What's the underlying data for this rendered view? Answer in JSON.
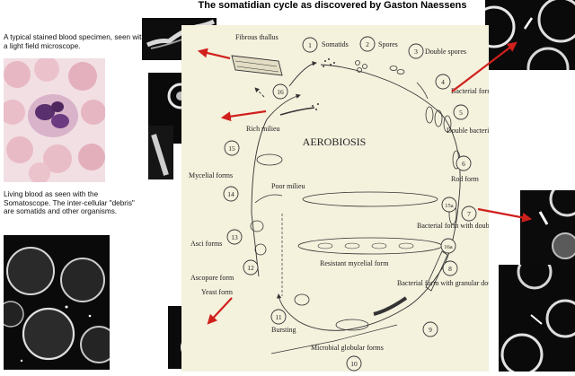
{
  "header": {
    "title": "The somatidian cycle as discovered by Gaston Naessens"
  },
  "captions": {
    "stained": "A typical stained blood specimen, seen with a light field microscope.",
    "living": "Living blood as seen with the Somatoscope.  The inter-cellular \"debris\" are somatids and other organisms."
  },
  "diagram": {
    "center": "AEROBIOSIS",
    "stages": [
      {
        "num": "1",
        "label": "Somatids"
      },
      {
        "num": "2",
        "label": "Spores"
      },
      {
        "num": "3",
        "label": "Double spores"
      },
      {
        "num": "4",
        "label": "Bacterial form"
      },
      {
        "num": "5",
        "label": "Double bacterial form"
      },
      {
        "num": "6",
        "label": "Rod form"
      },
      {
        "num": "7",
        "label": "Bacterial form with double spores"
      },
      {
        "num": "8",
        "label": "Bacterial form with granular double spores"
      },
      {
        "num": "9",
        "label": ""
      },
      {
        "num": "10",
        "label": "Microbial globular forms"
      },
      {
        "num": "11",
        "label": "Bursting"
      },
      {
        "num": "12",
        "label": "Ascopore form"
      },
      {
        "num": "13",
        "label": "Asci forms"
      },
      {
        "num": "14",
        "label": "Mycelial forms"
      },
      {
        "num": "15",
        "label": "Rich milieu"
      },
      {
        "num": "16",
        "label": "Fibrous thallus"
      },
      {
        "num": "15a",
        "label": "Poor milieu"
      },
      {
        "num": "16a",
        "label": "Resistant mycelial form"
      }
    ],
    "extra_labels": {
      "yeast": "Yeast form"
    }
  },
  "colors": {
    "arrow": "#d0201c",
    "paper": "#f4f1dd",
    "ink": "#222222"
  }
}
